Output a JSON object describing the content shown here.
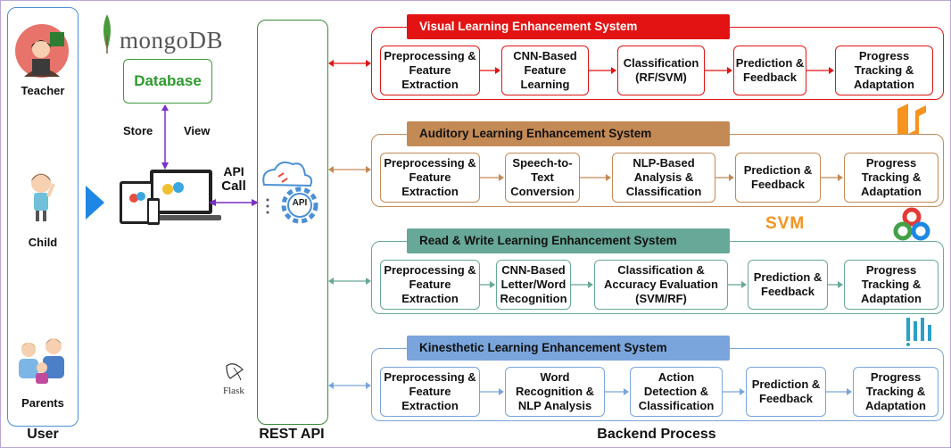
{
  "user": {
    "teacher": "Teacher",
    "child": "Child",
    "parents": "Parents",
    "caption": "User"
  },
  "database": {
    "brand": "mongoDB",
    "label": "Database",
    "store": "Store",
    "view": "View"
  },
  "api_call": {
    "line1": "API",
    "line2": "Call",
    "icon_text": "API"
  },
  "rest_api": {
    "flask_label": "Flask",
    "caption": "REST API"
  },
  "backend_caption": "Backend Process",
  "svm_logo_text": "SVM",
  "systems": [
    {
      "title": "Visual Learning Enhancement System",
      "color": "#e31313",
      "title_text_color": "#ffffff",
      "steps": [
        "Preprocessing & Feature Extraction",
        "CNN-Based Feature Learning",
        "Classification (RF/SVM)",
        "Prediction & Feedback",
        "Progress Tracking & Adaptation"
      ]
    },
    {
      "title": "Auditory Learning Enhancement System",
      "color": "#c48a55",
      "title_text_color": "#111111",
      "steps": [
        "Preprocessing & Feature Extraction",
        "Speech-to-Text Conversion",
        "NLP-Based Analysis & Classification",
        "Prediction & Feedback",
        "Progress Tracking & Adaptation"
      ]
    },
    {
      "title": "Read & Write Learning Enhancement System",
      "color": "#67a898",
      "title_text_color": "#111111",
      "steps": [
        "Preprocessing & Feature Extraction",
        "CNN-Based Letter/Word Recognition",
        "Classification & Accuracy Evaluation (SVM/RF)",
        "Prediction & Feedback",
        "Progress Tracking & Adaptation"
      ]
    },
    {
      "title": "Kinesthetic Learning Enhancement System",
      "color": "#7aa5dc",
      "title_text_color": "#111111",
      "steps": [
        "Preprocessing & Feature Extraction",
        "Word Recognition & NLP Analysis",
        "Action Detection & Classification",
        "Prediction & Feedback",
        "Progress Tracking & Adaptation"
      ]
    }
  ]
}
